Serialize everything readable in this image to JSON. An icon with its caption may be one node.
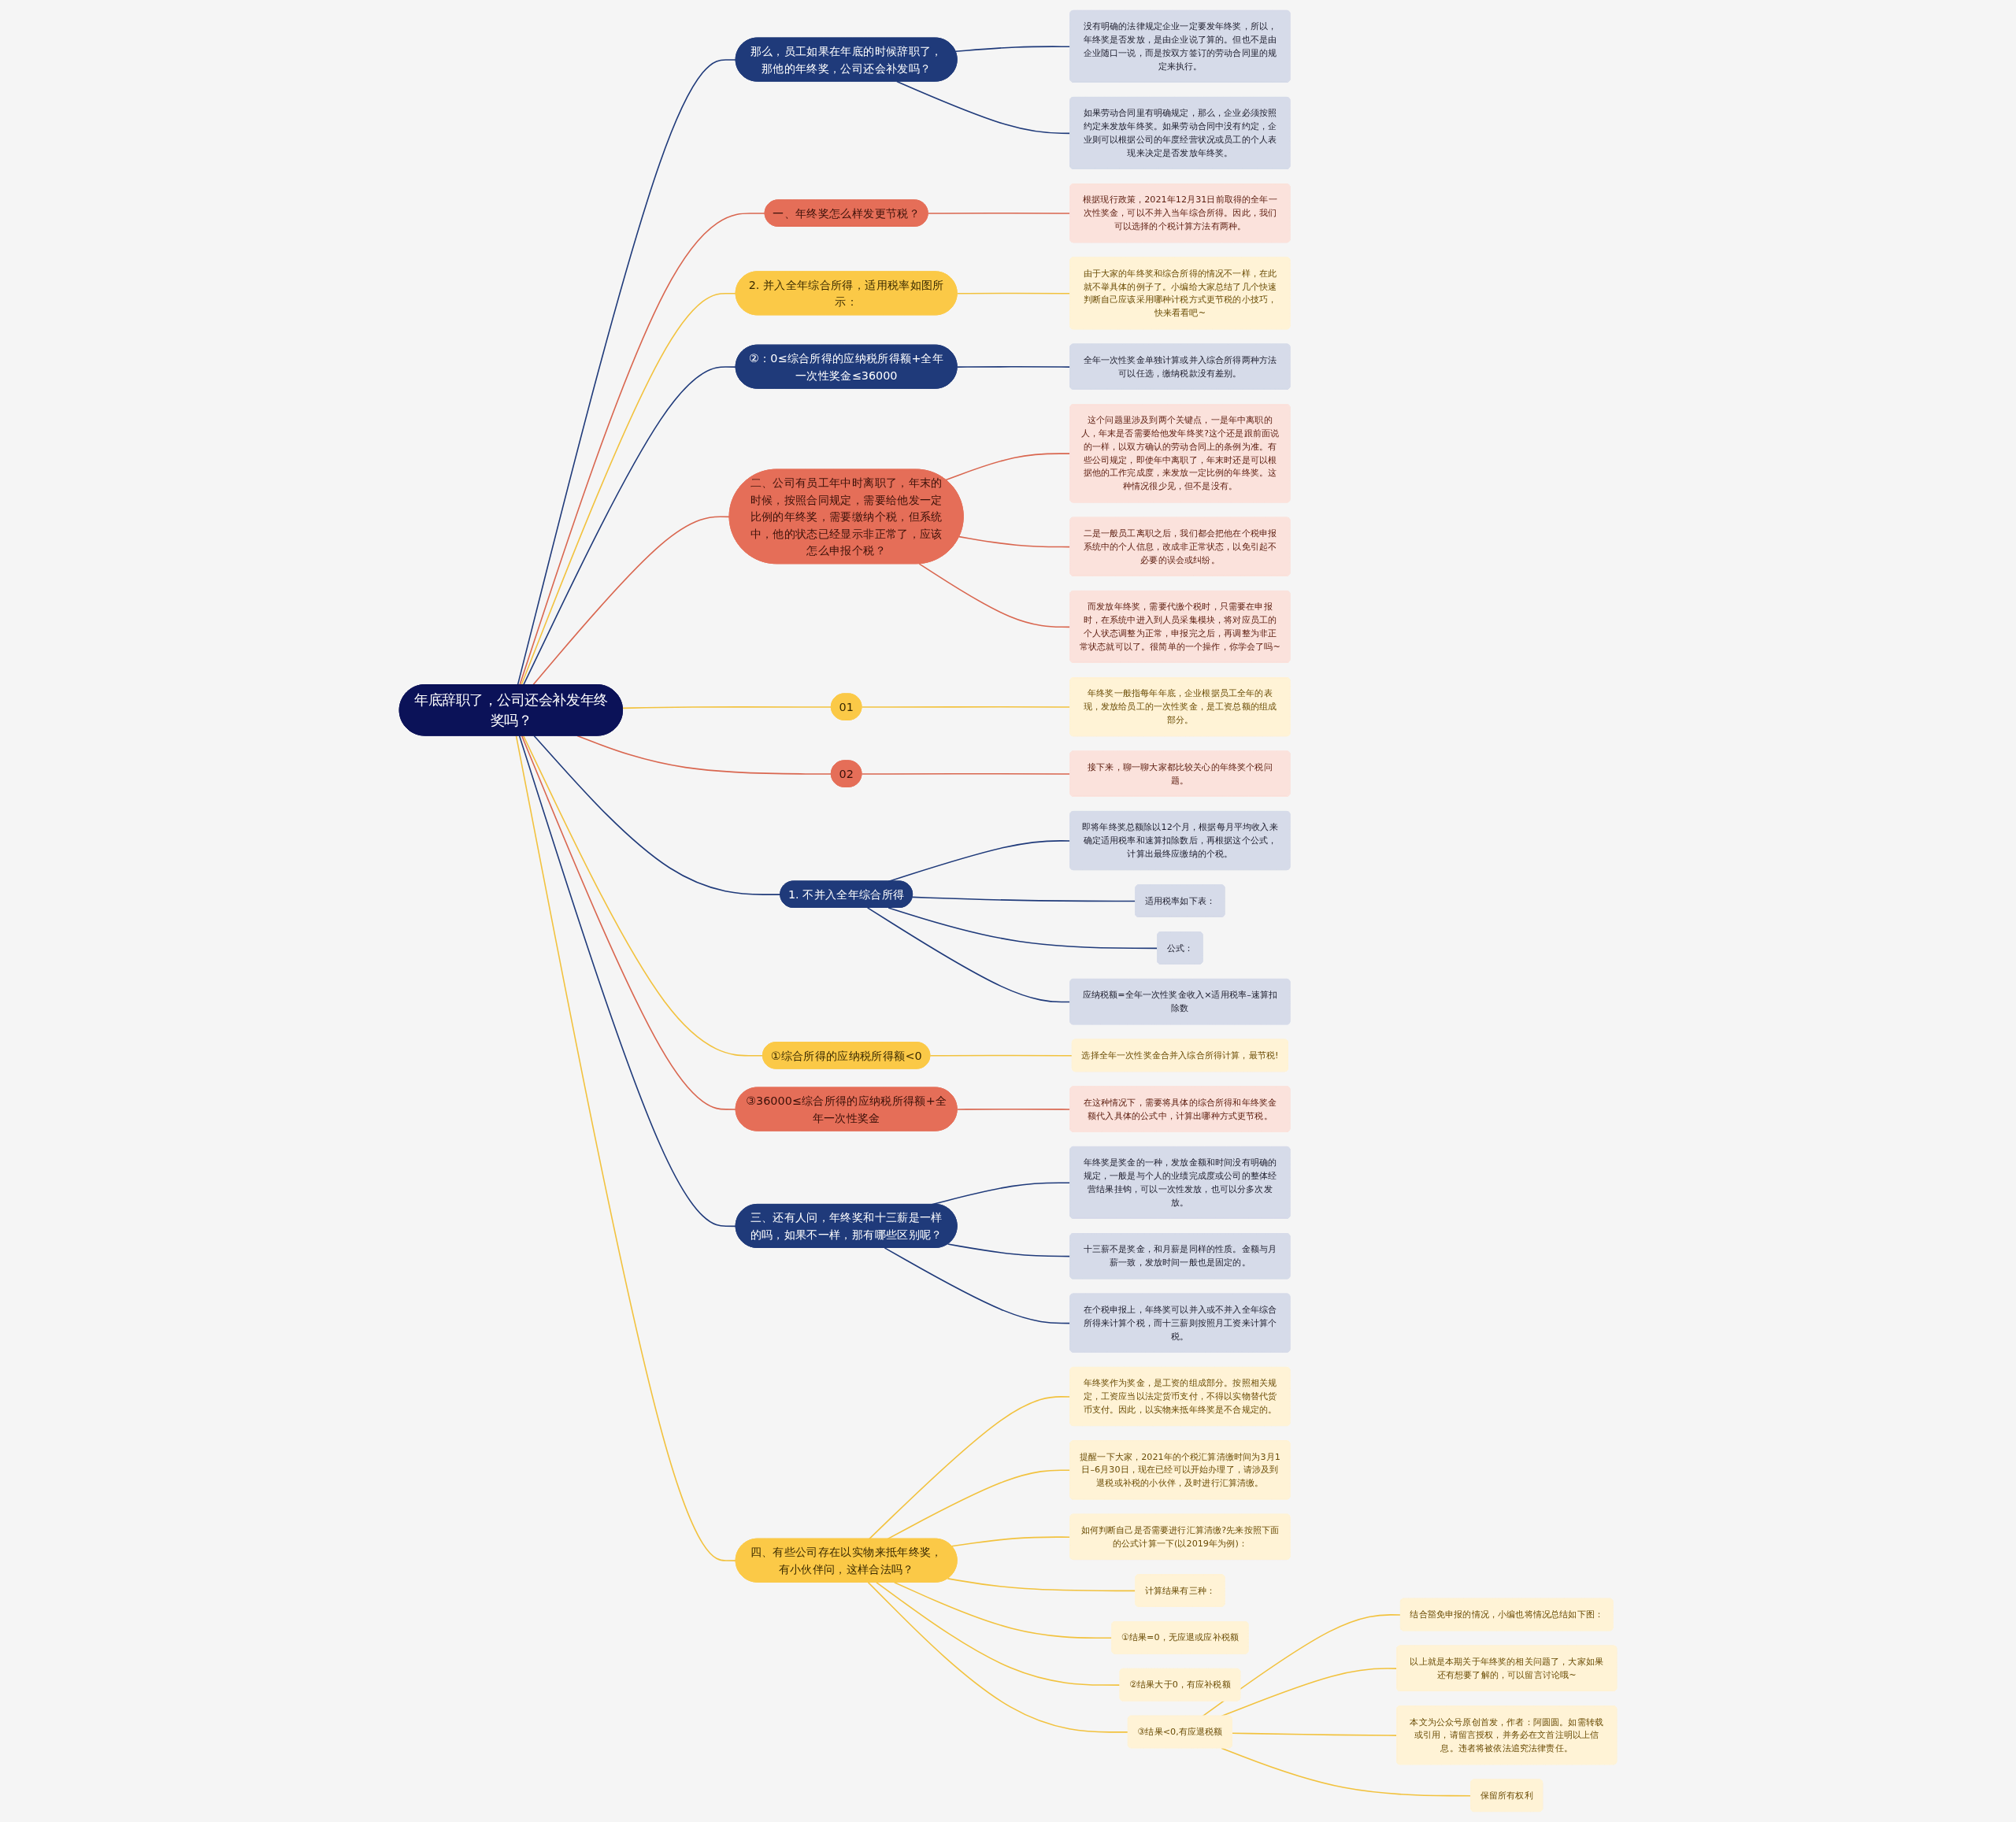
{
  "diagram": {
    "nodes": [
      {
        "text": [
          "年底辞职了，公司还会补发年终奖吗？"
        ]
      },
      {
        "text": [
          "那么，员工如果在年底的时候辞职了，那他的年终奖，公司还会补发吗？"
        ]
      },
      {
        "text": [
          "没有明确的法律规定企业一定要发年终奖，所以，年终奖是否发放，是由企业说了算的。但也不是由企业随口一说，而是按双方签订的劳动合同里的规定来执行。"
        ]
      },
      {
        "text": [
          "如果劳动合同里有明确规定，那么，企业必须按照约定来发放年终奖。如果劳动合同中没有约定，企业则可以根据公司的年度经营状况或员工的个人表现来决定是否发放年终奖。"
        ]
      },
      {
        "text": [
          "一、年终奖怎么样发更节税？"
        ]
      },
      {
        "text": [
          "根据现行政策，2021年12月31日前取得的全年一次性奖金，可以不并入当年综合所得。因此，我们可以选择的个税计算方法有两种。"
        ]
      },
      {
        "text": [
          "2. 并入全年综合所得，适用税率如图所示："
        ]
      },
      {
        "text": [
          "由于大家的年终奖和综合所得的情况不一样，在此就不举具体的例子了。小编给大家总结了几个快速判断自己应该采用哪种计税方式更节税的小技巧，快来看看吧~"
        ]
      },
      {
        "text": [
          "②：0≤综合所得的应纳税所得额+全年一次性奖金≤36000"
        ]
      },
      {
        "text": [
          "全年一次性奖金单独计算或并入综合所得两种方法可以任选，缴纳税款没有差别。"
        ]
      },
      {
        "text": [
          "二、公司有员工年中时离职了，年末的时候，按照合同规定，需要给他发一定比例的年终奖，需要缴纳个税，但系统中，他的状态已经显示非正常了，应该怎么申报个税？"
        ]
      },
      {
        "text": [
          "这个问题里涉及到两个关键点，一是年中离职的人，年末是否需要给他发年终奖?这个还是跟前面说的一样，以双方确认的劳动合同上的条例为准。有些公司规定，即使年中离职了，年末时还是可以根据他的工作完成度，来发放一定比例的年终奖。这种情况很少见，但不是没有。"
        ]
      },
      {
        "text": [
          "二是一般员工离职之后，我们都会把他在个税申报系统中的个人信息，改成非正常状态，以免引起不必要的误会或纠纷。"
        ]
      },
      {
        "text": [
          "而发放年终奖，需要代缴个税时，只需要在申报时，在系统中进入到人员采集模块，将对应员工的个人状态调整为正常，申报完之后，再调整为非正常状态就可以了。很简单的一个操作，你学会了吗~"
        ]
      },
      {
        "text": [
          "四、有些公司存在以实物来抵年终奖，有小伙伴问，这样合法吗？"
        ]
      },
      {
        "text": [
          "年终奖作为奖金，是工资的组成部分。按照相关规定，工资应当以法定货币支付，不得以实物替代货币支付。因此，以实物来抵年终奖是不合规定的。"
        ]
      },
      {
        "text": [
          "提醒一下大家，2021年的个税汇算清缴时间为3月1日–6月30日，现在已经可以开始办理了，请涉及到退税或补税的小伙伴，及时进行汇算清缴。"
        ]
      },
      {
        "text": [
          "如何判断自己是否需要进行汇算清缴?先来按照下面的公式计算一下(以2019年为例)："
        ]
      },
      {
        "text": [
          "计算结果有三种："
        ]
      },
      {
        "text": [
          "①结果=0，无应退或应补税额"
        ]
      },
      {
        "text": [
          "②结果大于0，有应补税额"
        ]
      },
      {
        "text": [
          "③结果<0,有应退税额"
        ]
      },
      {
        "text": [
          "结合豁免申报的情况，小编也将情况总结如下图："
        ]
      },
      {
        "text": [
          "以上就是本期关于年终奖的相关问题了，大家如果还有想要了解的，可以留言讨论哦~"
        ]
      },
      {
        "text": [
          "本文为公众号原创首发，作者：阿圆圆。如需转载或引用，请留言授权，并务必在文首注明以上信息。违者将被依法追究法律责任。"
        ]
      },
      {
        "text": [
          "保留所有权利"
        ]
      },
      {
        "text": [
          "01"
        ]
      },
      {
        "text": [
          "年终奖一般指每年年底，企业根据员工全年的表现，发放给员工的一次性奖金，是工资总额的组成部分。"
        ]
      },
      {
        "text": [
          "02"
        ]
      },
      {
        "text": [
          "接下来，聊一聊大家都比较关心的年终奖个税问题。"
        ]
      },
      {
        "text": [
          "1. 不并入全年综合所得"
        ]
      },
      {
        "text": [
          "即将年终奖总额除以12个月，根据每月平均收入来确定适用税率和速算扣除数后，再根据这个公式，计算出最终应缴纳的个税。"
        ]
      },
      {
        "text": [
          "适用税率如下表："
        ]
      },
      {
        "text": [
          "公式："
        ]
      },
      {
        "text": [
          "应纳税额=全年一次性奖金收入×适用税率–速算扣除数"
        ]
      },
      {
        "text": [
          "①综合所得的应纳税所得额<0"
        ]
      },
      {
        "text": [
          "选择全年一次性奖金合并入综合所得计算，最节税!"
        ]
      },
      {
        "text": [
          "③36000≤综合所得的应纳税所得额+全年一次性奖金"
        ]
      },
      {
        "text": [
          "在这种情况下，需要将具体的综合所得和年终奖金额代入具体的公式中，计算出哪种方式更节税。"
        ]
      },
      {
        "text": [
          "三、还有人问，年终奖和十三薪是一样的吗，如果不一样，那有哪些区别呢？"
        ]
      },
      {
        "text": [
          "年终奖是奖金的一种，发放金额和时间没有明确的规定，一般是与个人的业绩完成度或公司的整体经营结果挂钩，可以一次性发放，也可以分多次发放。"
        ]
      },
      {
        "text": [
          "十三薪不是奖金，和月薪是同样的性质。金额与月薪一致，发放时间一般也是固定的。"
        ]
      },
      {
        "text": [
          "在个税申报上，年终奖可以并入或不并入全年综合所得来计算个税，而十三薪则按照月工资来计算个税。"
        ]
      }
    ],
    "edges": [
      {
        "from": 0,
        "to": 1,
        "arrow": "none",
        "color": "#1f3a7a"
      },
      {
        "from": 1,
        "to": 2,
        "arrow": "none",
        "color": "#1f3a7a"
      },
      {
        "from": 1,
        "to": 3,
        "arrow": "none",
        "color": "#1f3a7a"
      },
      {
        "from": 0,
        "to": 4,
        "arrow": "none",
        "color": "#d9664f"
      },
      {
        "from": 4,
        "to": 5,
        "arrow": "none",
        "color": "#d9664f"
      },
      {
        "from": 0,
        "to": 6,
        "arrow": "none"
      },
      {
        "from": 6,
        "to": 7,
        "arrow": "none"
      },
      {
        "from": 0,
        "to": 8,
        "arrow": "none",
        "color": "#1f3a7a"
      },
      {
        "from": 8,
        "to": 9,
        "arrow": "none",
        "color": "#1f3a7a"
      },
      {
        "from": 0,
        "to": 10,
        "arrow": "none",
        "color": "#d9664f"
      },
      {
        "from": 10,
        "to": 11,
        "arrow": "none",
        "color": "#d9664f"
      },
      {
        "from": 10,
        "to": 12,
        "arrow": "none",
        "color": "#d9664f"
      },
      {
        "from": 10,
        "to": 13,
        "arrow": "none",
        "color": "#d9664f"
      },
      {
        "from": 0,
        "to": 14,
        "arrow": "none"
      },
      {
        "from": 14,
        "to": 15,
        "arrow": "none"
      },
      {
        "from": 14,
        "to": 16,
        "arrow": "none"
      },
      {
        "from": 14,
        "to": 17,
        "arrow": "none"
      },
      {
        "from": 14,
        "to": 18,
        "arrow": "none"
      },
      {
        "from": 14,
        "to": 19,
        "arrow": "none"
      },
      {
        "from": 14,
        "to": 20,
        "arrow": "none"
      },
      {
        "from": 14,
        "to": 21,
        "arrow": "none"
      },
      {
        "from": 21,
        "to": 22,
        "arrow": "none"
      },
      {
        "from": 21,
        "to": 23,
        "arrow": "none"
      },
      {
        "from": 21,
        "to": 24,
        "arrow": "none"
      },
      {
        "from": 21,
        "to": 25,
        "arrow": "none"
      },
      {
        "from": 0,
        "to": 26,
        "arrow": "none"
      },
      {
        "from": 26,
        "to": 27,
        "arrow": "none"
      },
      {
        "from": 0,
        "to": 28,
        "arrow": "none",
        "color": "#d9664f"
      },
      {
        "from": 28,
        "to": 29,
        "arrow": "none",
        "color": "#d9664f"
      },
      {
        "from": 0,
        "to": 30,
        "arrow": "none",
        "color": "#1f3a7a"
      },
      {
        "from": 30,
        "to": 31,
        "arrow": "none",
        "color": "#1f3a7a"
      },
      {
        "from": 30,
        "to": 32,
        "arrow": "none",
        "color": "#1f3a7a"
      },
      {
        "from": 30,
        "to": 33,
        "arrow": "none",
        "color": "#1f3a7a"
      },
      {
        "from": 30,
        "to": 34,
        "arrow": "none",
        "color": "#1f3a7a"
      },
      {
        "from": 0,
        "to": 35,
        "arrow": "none"
      },
      {
        "from": 35,
        "to": 36,
        "arrow": "none"
      },
      {
        "from": 0,
        "to": 37,
        "arrow": "none",
        "color": "#d9664f"
      },
      {
        "from": 37,
        "to": 38,
        "arrow": "none",
        "color": "#d9664f"
      },
      {
        "from": 0,
        "to": 39,
        "arrow": "none",
        "color": "#1f3a7a"
      },
      {
        "from": 39,
        "to": 40,
        "arrow": "none",
        "color": "#1f3a7a"
      },
      {
        "from": 39,
        "to": 41,
        "arrow": "none",
        "color": "#1f3a7a"
      },
      {
        "from": 39,
        "to": 42,
        "arrow": "none",
        "color": "#1f3a7a"
      }
    ]
  }
}
